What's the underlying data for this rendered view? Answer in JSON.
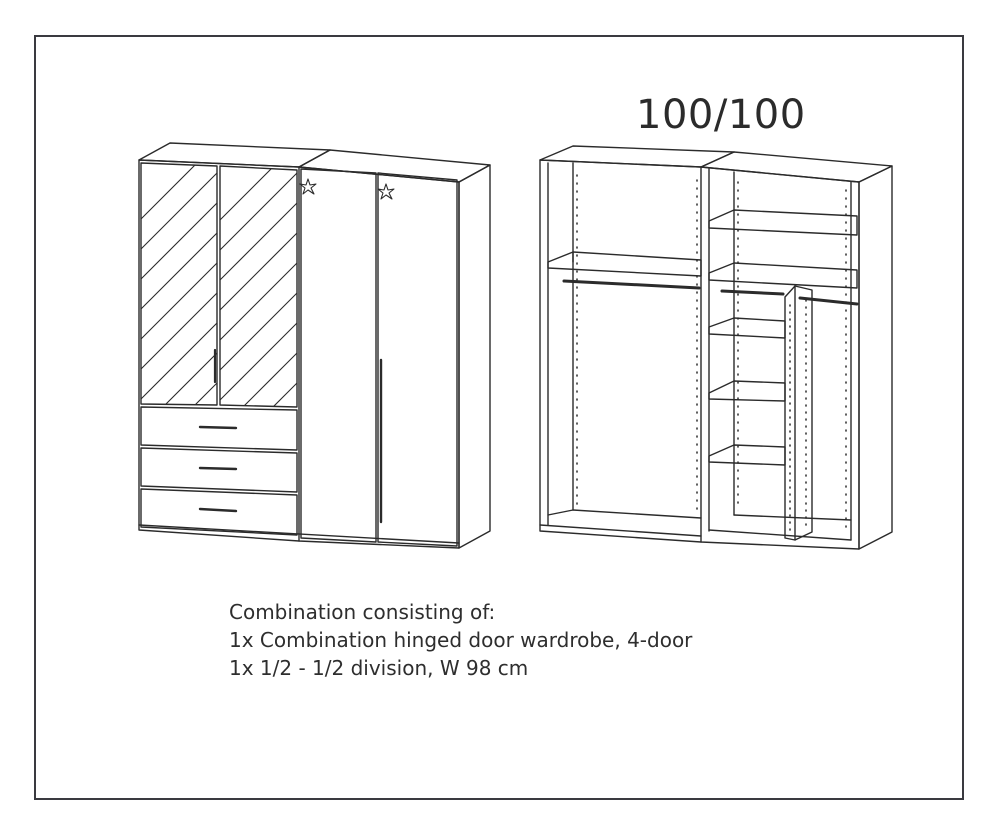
{
  "figure": {
    "configuration": "100/100",
    "caption": {
      "lines": [
        "Combination consisting of:",
        "1x Combination hinged door wardrobe, 4-door",
        "1x 1/2 - 1/2 division, W 98 cm"
      ]
    }
  },
  "colors": {
    "stroke": "#2b2b2b",
    "frame": "#3a3a40",
    "background": "#ffffff"
  },
  "icons": {
    "door_emblem": "star-icon"
  }
}
